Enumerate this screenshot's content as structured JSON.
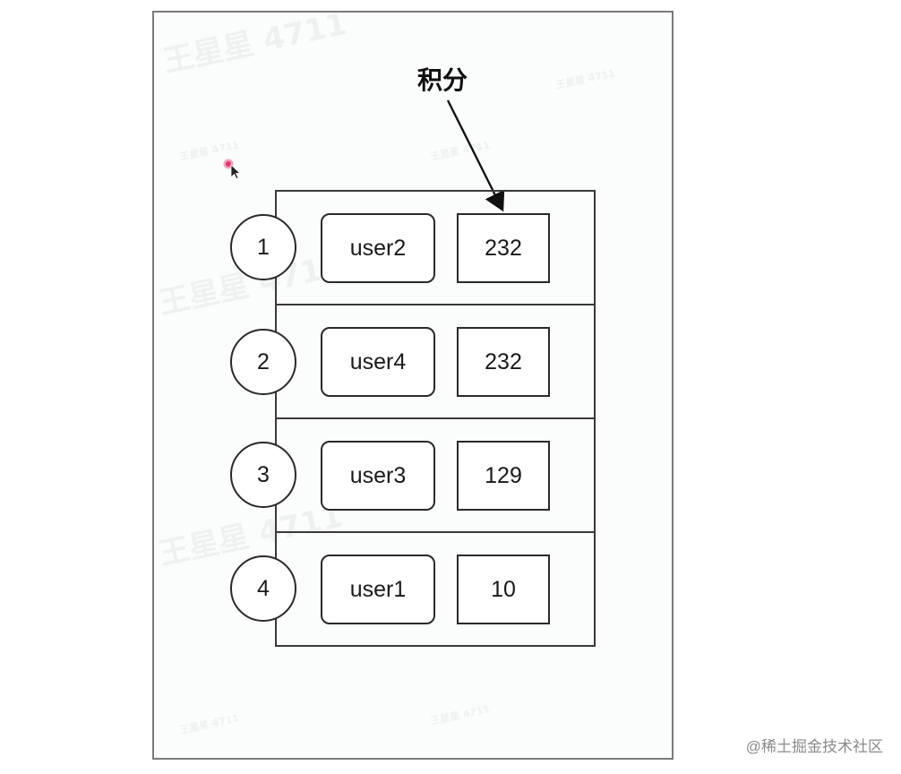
{
  "diagram": {
    "score_label": "积分",
    "rows": [
      {
        "rank": "1",
        "user": "user2",
        "score": "232"
      },
      {
        "rank": "2",
        "user": "user4",
        "score": "232"
      },
      {
        "rank": "3",
        "user": "user3",
        "score": "129"
      },
      {
        "rank": "4",
        "user": "user1",
        "score": "10"
      }
    ]
  },
  "watermark": {
    "text": "王星星 4711",
    "small_text": "王星星 4711"
  },
  "credit": "@稀土掘金技术社区",
  "colors": {
    "stroke": "#2a2a2a",
    "cursor_dot": "#e8336d"
  }
}
